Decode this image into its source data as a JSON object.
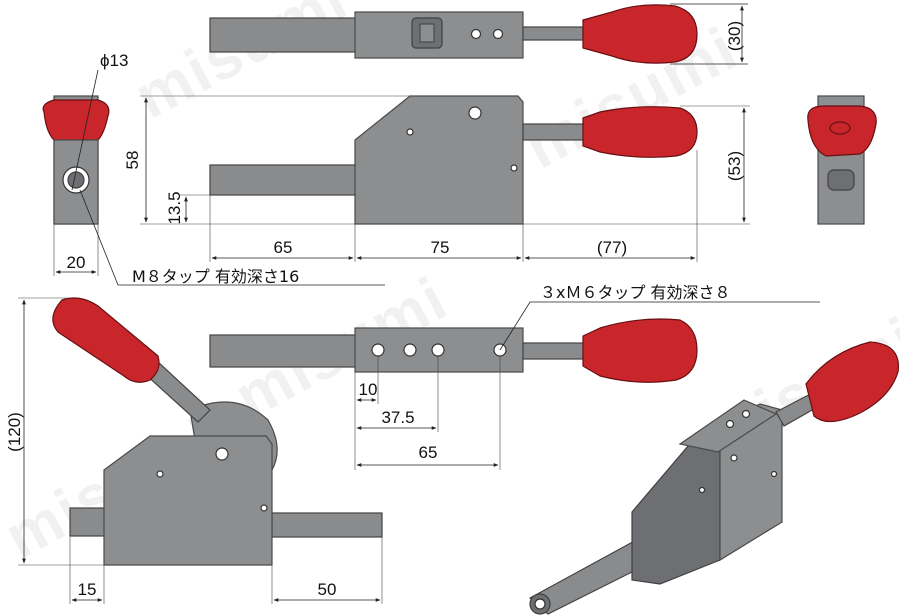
{
  "watermark": "misumi",
  "dimensions": {
    "top_height": "(30)",
    "diameter": "ϕ13",
    "front_height": "58",
    "offset": "13.5",
    "right_height": "(53)",
    "len_shaft": "65",
    "len_body": "75",
    "len_handle": "(77)",
    "side_width": "20",
    "hole_10": "10",
    "hole_37_5": "37.5",
    "hole_65": "65",
    "lever_height": "(120)",
    "lever_left": "15",
    "lever_right": "50"
  },
  "notes": {
    "tap_m8": "M８タップ  有効深さ16",
    "tap_m6": "３xＭ６タップ  有効深さ８"
  },
  "colors": {
    "knob": "#c9262c",
    "body": "#8d8e90"
  }
}
